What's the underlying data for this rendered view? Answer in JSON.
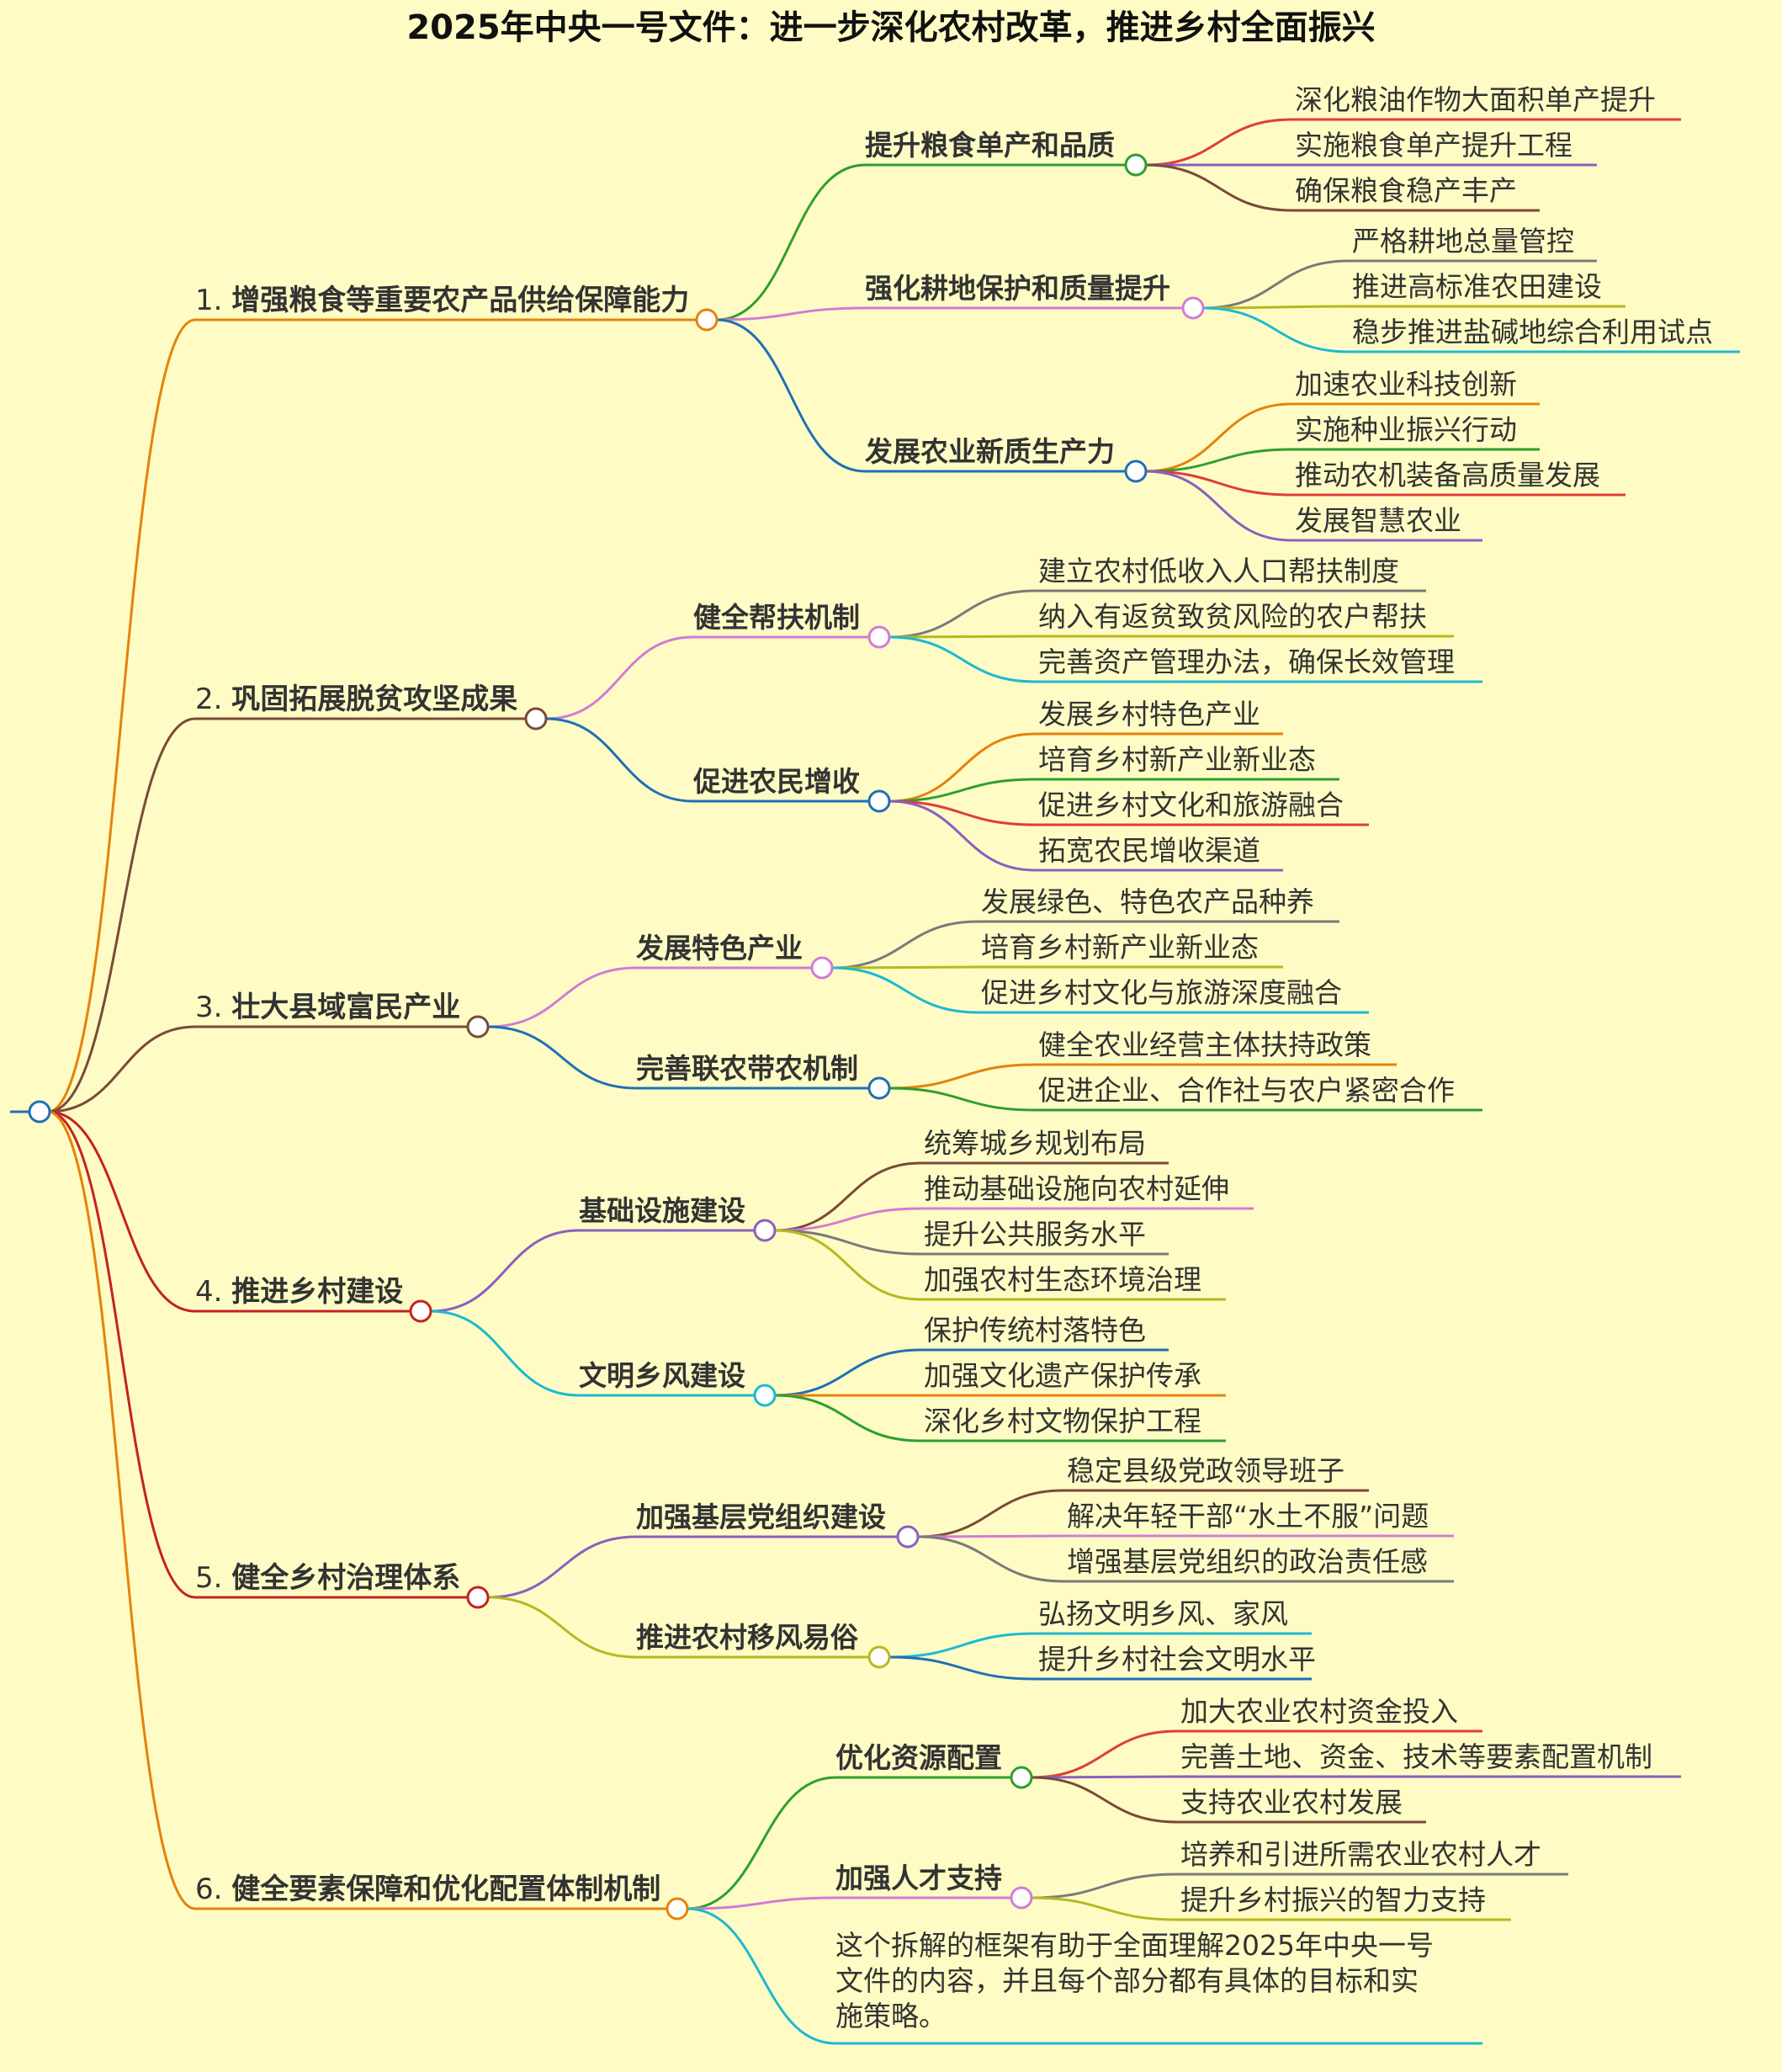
{
  "title": "2025年中央一号文件：进一步深化农村改革，推进乡村全面振兴",
  "colors": {
    "background": "#fefcc4",
    "palette": [
      "#e6820c",
      "#e03c3c",
      "#2d9f2d",
      "#d37bd6",
      "#1f6fb8",
      "#7a7a7a",
      "#b8b820",
      "#1cbad0",
      "#8c5fc0",
      "#7a4a3a",
      "#c42222"
    ]
  },
  "sections": [
    {
      "num": "1. ",
      "label": "增强粮食等重要农产品供给保障能力",
      "children": [
        {
          "label": "提升粮食单产和品质",
          "children": [
            "深化粮油作物大面积单产提升",
            "实施粮食单产提升工程",
            "确保粮食稳产丰产"
          ]
        },
        {
          "label": "强化耕地保护和质量提升",
          "children": [
            "严格耕地总量管控",
            "推进高标准农田建设",
            "稳步推进盐碱地综合利用试点"
          ]
        },
        {
          "label": "发展农业新质生产力",
          "children": [
            "加速农业科技创新",
            "实施种业振兴行动",
            "推动农机装备高质量发展",
            "发展智慧农业"
          ]
        }
      ]
    },
    {
      "num": "2. ",
      "label": "巩固拓展脱贫攻坚成果",
      "children": [
        {
          "label": "健全帮扶机制",
          "children": [
            "建立农村低收入人口帮扶制度",
            "纳入有返贫致贫风险的农户帮扶",
            "完善资产管理办法，确保长效管理"
          ]
        },
        {
          "label": "促进农民增收",
          "children": [
            "发展乡村特色产业",
            "培育乡村新产业新业态",
            "促进乡村文化和旅游融合",
            "拓宽农民增收渠道"
          ]
        }
      ]
    },
    {
      "num": "3. ",
      "label": "壮大县域富民产业",
      "children": [
        {
          "label": "发展特色产业",
          "children": [
            "发展绿色、特色农产品种养",
            "培育乡村新产业新业态",
            "促进乡村文化与旅游深度融合"
          ]
        },
        {
          "label": "完善联农带农机制",
          "children": [
            "健全农业经营主体扶持政策",
            "促进企业、合作社与农户紧密合作"
          ]
        }
      ]
    },
    {
      "num": "4. ",
      "label": "推进乡村建设",
      "children": [
        {
          "label": "基础设施建设",
          "children": [
            "统筹城乡规划布局",
            "推动基础设施向农村延伸",
            "提升公共服务水平",
            "加强农村生态环境治理"
          ]
        },
        {
          "label": "文明乡风建设",
          "children": [
            "保护传统村落特色",
            "加强文化遗产保护传承",
            "深化乡村文物保护工程"
          ]
        }
      ]
    },
    {
      "num": "5. ",
      "label": "健全乡村治理体系",
      "children": [
        {
          "label": "加强基层党组织建设",
          "children": [
            "稳定县级党政领导班子",
            "解决年轻干部“水土不服”问题",
            "增强基层党组织的政治责任感"
          ]
        },
        {
          "label": "推进农村移风易俗",
          "children": [
            "弘扬文明乡风、家风",
            "提升乡村社会文明水平"
          ]
        }
      ]
    },
    {
      "num": "6. ",
      "label": "健全要素保障和优化配置体制机制",
      "children": [
        {
          "label": "优化资源配置",
          "children": [
            "加大农业农村资金投入",
            "完善土地、资金、技术等要素配置机制",
            "支持农业农村发展"
          ]
        },
        {
          "label": "加强人才支持",
          "children": [
            "培养和引进所需农业农村人才",
            "提升乡村振兴的智力支持"
          ]
        }
      ]
    }
  ],
  "note_lines": [
    "这个拆解的框架有助于全面理解2025年中央一号",
    "文件的内容，并且每个部分都有具体的目标和实",
    "施策略。"
  ]
}
